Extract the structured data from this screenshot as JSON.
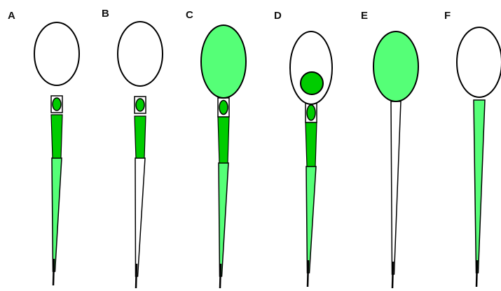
{
  "figure": {
    "colors": {
      "outline": "#000000",
      "dark_green": "#00cc00",
      "light_green": "#55ff77",
      "white": "#ffffff"
    },
    "panels": [
      {
        "label": "A",
        "head_fill": "white",
        "nucleus": "none",
        "neck_box": "yes",
        "neck_dot": "dark_green",
        "midpiece": "dark_green",
        "tail": "light_green"
      },
      {
        "label": "B",
        "head_fill": "white",
        "nucleus": "none",
        "neck_box": "yes",
        "neck_dot": "dark_green",
        "midpiece": "dark_green",
        "tail": "white"
      },
      {
        "label": "C",
        "head_fill": "light_green",
        "nucleus": "none",
        "neck_box": "yes",
        "neck_dot": "dark_green",
        "midpiece": "dark_green",
        "tail": "light_green"
      },
      {
        "label": "D",
        "head_fill": "white",
        "nucleus": "dark_green",
        "neck_box": "yes",
        "neck_dot": "dark_green",
        "midpiece": "dark_green",
        "tail": "light_green"
      },
      {
        "label": "E",
        "head_fill": "light_green",
        "nucleus": "none",
        "neck_box": "no",
        "neck_dot": "none",
        "midpiece": "none",
        "tail": "white"
      },
      {
        "label": "F",
        "head_fill": "white",
        "nucleus": "none",
        "neck_box": "no",
        "neck_dot": "none",
        "midpiece": "none",
        "tail": "light_green"
      }
    ]
  }
}
